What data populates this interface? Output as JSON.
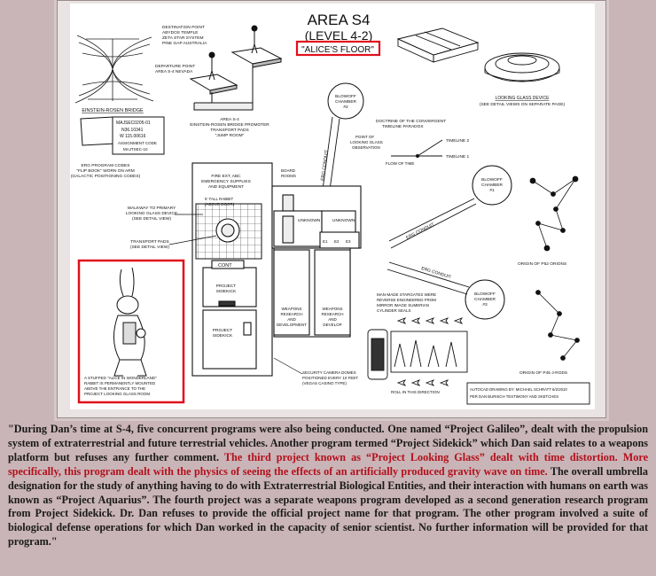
{
  "diagram": {
    "title": "AREA S4",
    "subtitle": "(LEVEL 4-2)",
    "floor_label": "\"ALICE'S FLOOR\"",
    "destination": [
      "DESTINATION POINT",
      "ABYDOS TEMPLE",
      "ZETA STAR SYSTEM",
      "PINE GAP AUSTRALIA"
    ],
    "departure": [
      "DEPARTURE POINT",
      "AREA S-4 NEVADA"
    ],
    "einstein_bridge": "EINSTEIN-ROSEN BRIDGE",
    "promoter": [
      "AREA S-4",
      "EINSTEIN-ROSEN BRIDGE PROMOTER",
      "TRANSPORT PADS",
      "\"JUMP ROOM\""
    ],
    "majestic": [
      "MAJSEC0205-01",
      "N36.10341",
      "W 115.00616",
      "ASSIGNMENT CODE",
      "MAJTSEC-10"
    ],
    "erg_codes": [
      "ERG PROGRAM CODES",
      "\"FLIP BOOK\" WORN ON ARM",
      "(GALACTIC POSITIONING CODES)"
    ],
    "blowoff2": [
      "BLOWOFF",
      "CHAMBER",
      "#2"
    ],
    "blowoff1": [
      "BLOWOFF",
      "CHAMBER",
      "#1"
    ],
    "blowoff3": [
      "BLOWOFF",
      "CHAMBER",
      "#3"
    ],
    "doctrine": [
      "DOCTRINE OF THE CONVERGENT",
      "TIMELINE PARADOX"
    ],
    "point_of": [
      "POINT OF",
      "LOOKING GLASS",
      "OBSERVATION"
    ],
    "timeline2": "TIMELINE 2",
    "timeline1": "TIMELINE 1",
    "flow_of_time": "FLOW OF TIME",
    "looking_glass_device": [
      "LOOKING GLASS DEVICE",
      "(SEE DETAIL VIEWS ON SEPARATE PAGE)"
    ],
    "fire_ext": [
      "FIRE EXT, ABC",
      "EMERGENCY SUPPLIES",
      "AND EQUIPMENT"
    ],
    "board_rooms": [
      "BOARD",
      "ROOMS"
    ],
    "rabbit_tall": [
      "5' TALL RABBIT",
      "(ABOVE DOOR)"
    ],
    "walkway": [
      "WALKWAY TO PRIMARY",
      "LOOKING GLASS DEVICE",
      "(SEE DETAIL VIEW)"
    ],
    "transport_pads": [
      "TRANSPORT PADS",
      "(SEE DETAIL VIEW)"
    ],
    "unknown": "UNKNOWN",
    "cont": "CONT",
    "rooms_e": [
      "E1",
      "E2",
      "E3"
    ],
    "project_sidekick": [
      "PROJECT",
      "SIDEKICK"
    ],
    "weapons_rd": [
      "WEAPONS",
      "RESEARCH",
      "AND",
      "DEVELOPMENT"
    ],
    "weapons_rd2": [
      "WEAPONS",
      "RESEARCH",
      "AND",
      "DEVELOP"
    ],
    "erg_conduit": "ERG CONDUIT",
    "stargates": [
      "MAN-MADE STARGATES WERE",
      "REVERSE ENGINEERED FROM",
      "MIRROR IMAGE SUMERIAN",
      "CYLINDER SEALS"
    ],
    "roll": "ROLL IN THIS DIRECTION",
    "orion_p52": "ORIGIN OF P52 ORIONS",
    "orion_p45": "ORIGIN OF P45 J-RODS",
    "security": [
      "SECURITY CAMERA DOMES",
      "POSITIONED EVERY 10 FEET",
      "(VEGAS CASINO TYPE)"
    ],
    "autocad": [
      "AUTOCAD DRAWING BY: MICHAEL SCHRATT 6/2/2010",
      "PER DAN BURISCH TESTIMONY AND SKETCHES"
    ],
    "rabbit_note": [
      "A STUFFED \"ALICE IN WONDERLAND\"",
      "RABBIT IS PERMANENTLY MOUNTED",
      "ABOVE THE ENTRANCE TO THE",
      "PROJECT LOOKING GLASS ROOM"
    ],
    "highlight_color": "#e0101a"
  },
  "caption": {
    "part1": "\"During Dan’s time at S-4, five concurrent programs were also being conducted. One named “Project Galileo”, dealt with the propulsion system of extraterrestrial and future terrestrial vehicles. Another program termed “Project Sidekick” which Dan said relates to a weapons platform but refuses any further comment. ",
    "highlight": "The third project known as “Project Looking Glass” dealt with time distortion. More specifically, this program dealt with the physics of seeing the effects of an artificially produced gravity wave on time.",
    "part2": " The overall umbrella designation for the study of anything having to do with Extraterrestrial Biological Entities, and their interaction with humans on earth was known as “Project Aquarius”. The fourth project was a separate weapons program developed as a second generation research program from Project Sidekick. Dr. Dan refuses to provide the official project name for that program. The other program involved a suite of biological defense operations for which Dan worked in the capacity of senior scientist. No further information will be provided for that program.\""
  }
}
